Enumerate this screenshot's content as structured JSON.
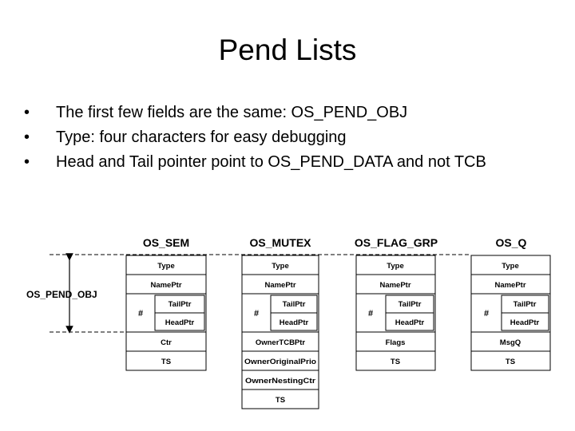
{
  "slide": {
    "title": "Pend Lists",
    "bullets": [
      "The first few fields are the same: OS_PEND_OBJ",
      "Type: four characters for easy debugging",
      "Head and Tail pointer point to OS_PEND_DATA and not TCB"
    ]
  },
  "diagram": {
    "annotation": "OS_PEND_OBJ",
    "structures": [
      {
        "name": "OS_SEM",
        "type": "Type",
        "nameptr": "NamePtr",
        "hash": "#",
        "tailptr": "TailPtr",
        "headptr": "HeadPtr",
        "extra": [
          "Ctr",
          "TS"
        ]
      },
      {
        "name": "OS_MUTEX",
        "type": "Type",
        "nameptr": "NamePtr",
        "hash": "#",
        "tailptr": "TailPtr",
        "headptr": "HeadPtr",
        "extra": [
          "OwnerTCBPtr",
          "OwnerOriginalPrio",
          "OwnerNestingCtr",
          "TS"
        ]
      },
      {
        "name": "OS_FLAG_GRP",
        "type": "Type",
        "nameptr": "NamePtr",
        "hash": "#",
        "tailptr": "TailPtr",
        "headptr": "HeadPtr",
        "extra": [
          "Flags",
          "TS"
        ]
      },
      {
        "name": "OS_Q",
        "type": "Type",
        "nameptr": "NamePtr",
        "hash": "#",
        "tailptr": "TailPtr",
        "headptr": "HeadPtr",
        "extra": [
          "MsgQ",
          "TS"
        ]
      }
    ]
  }
}
